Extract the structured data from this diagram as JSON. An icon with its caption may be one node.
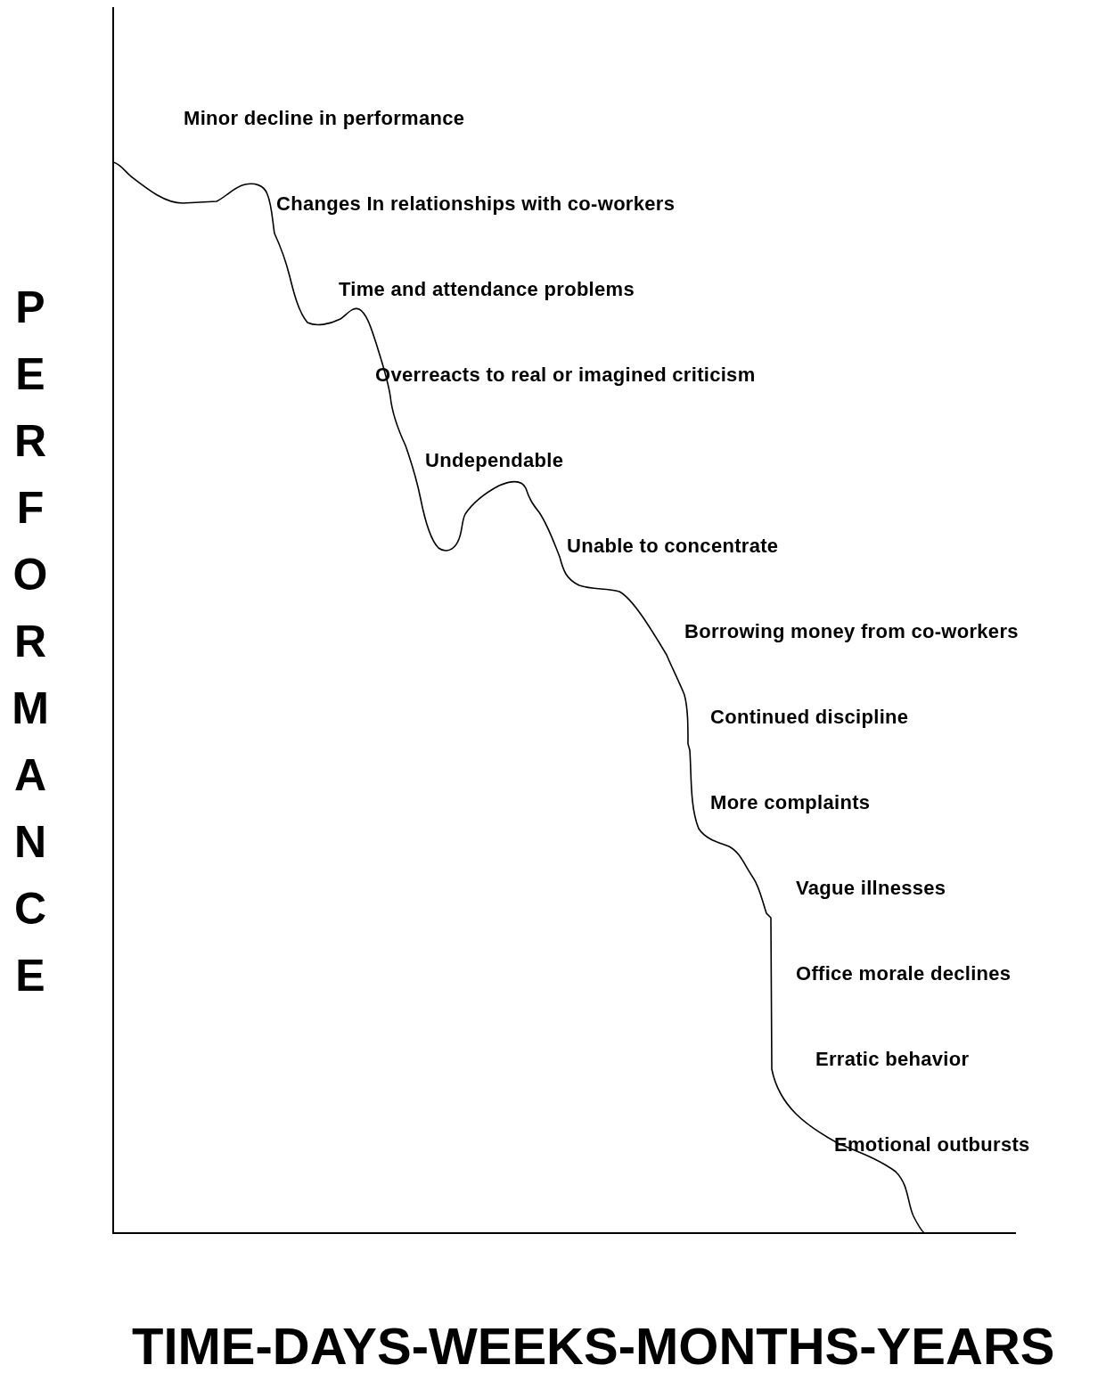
{
  "diagram": {
    "labels": [
      "Minor decline in performance",
      "Changes In relationships with co-workers",
      "Time and attendance problems",
      "Overreacts to real or imagined criticism",
      "Undependable",
      "Unable to concentrate",
      "Borrowing money from co-workers",
      "Continued discipline",
      "More complaints",
      "Vague illnesses",
      "Office morale declines",
      "Erratic behavior",
      "Emotional outbursts",
      "PERFORMANCE",
      "TIME-DAYS-WEEKS-MONTHS-YEARS"
    ]
  }
}
